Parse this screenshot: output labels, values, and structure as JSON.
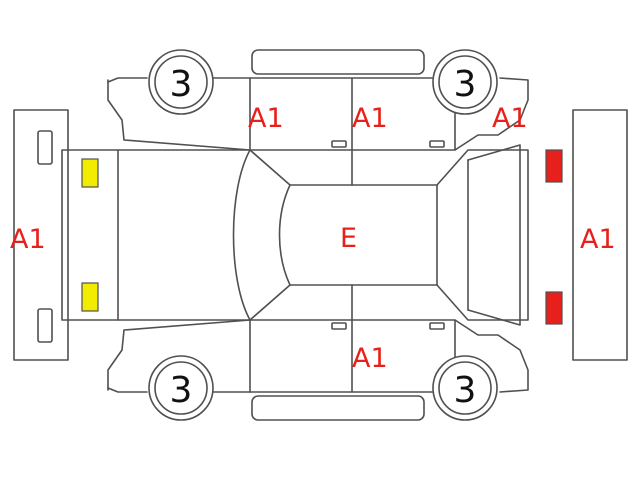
{
  "labels": {
    "rear_bumper": "A1",
    "front_bumper": "A1",
    "roof": "E",
    "door_top_left": "A1",
    "door_top_right": "A1",
    "fender_top_front": "A1",
    "door_bottom": "A1"
  },
  "wheels": {
    "top_left": "3",
    "top_right": "3",
    "bottom_left": "3",
    "bottom_right": "3"
  },
  "colors": {
    "line": "#505050",
    "label": "#e8201b",
    "rear_lamp": "#f1ec00",
    "front_lamp": "#e8201b"
  }
}
